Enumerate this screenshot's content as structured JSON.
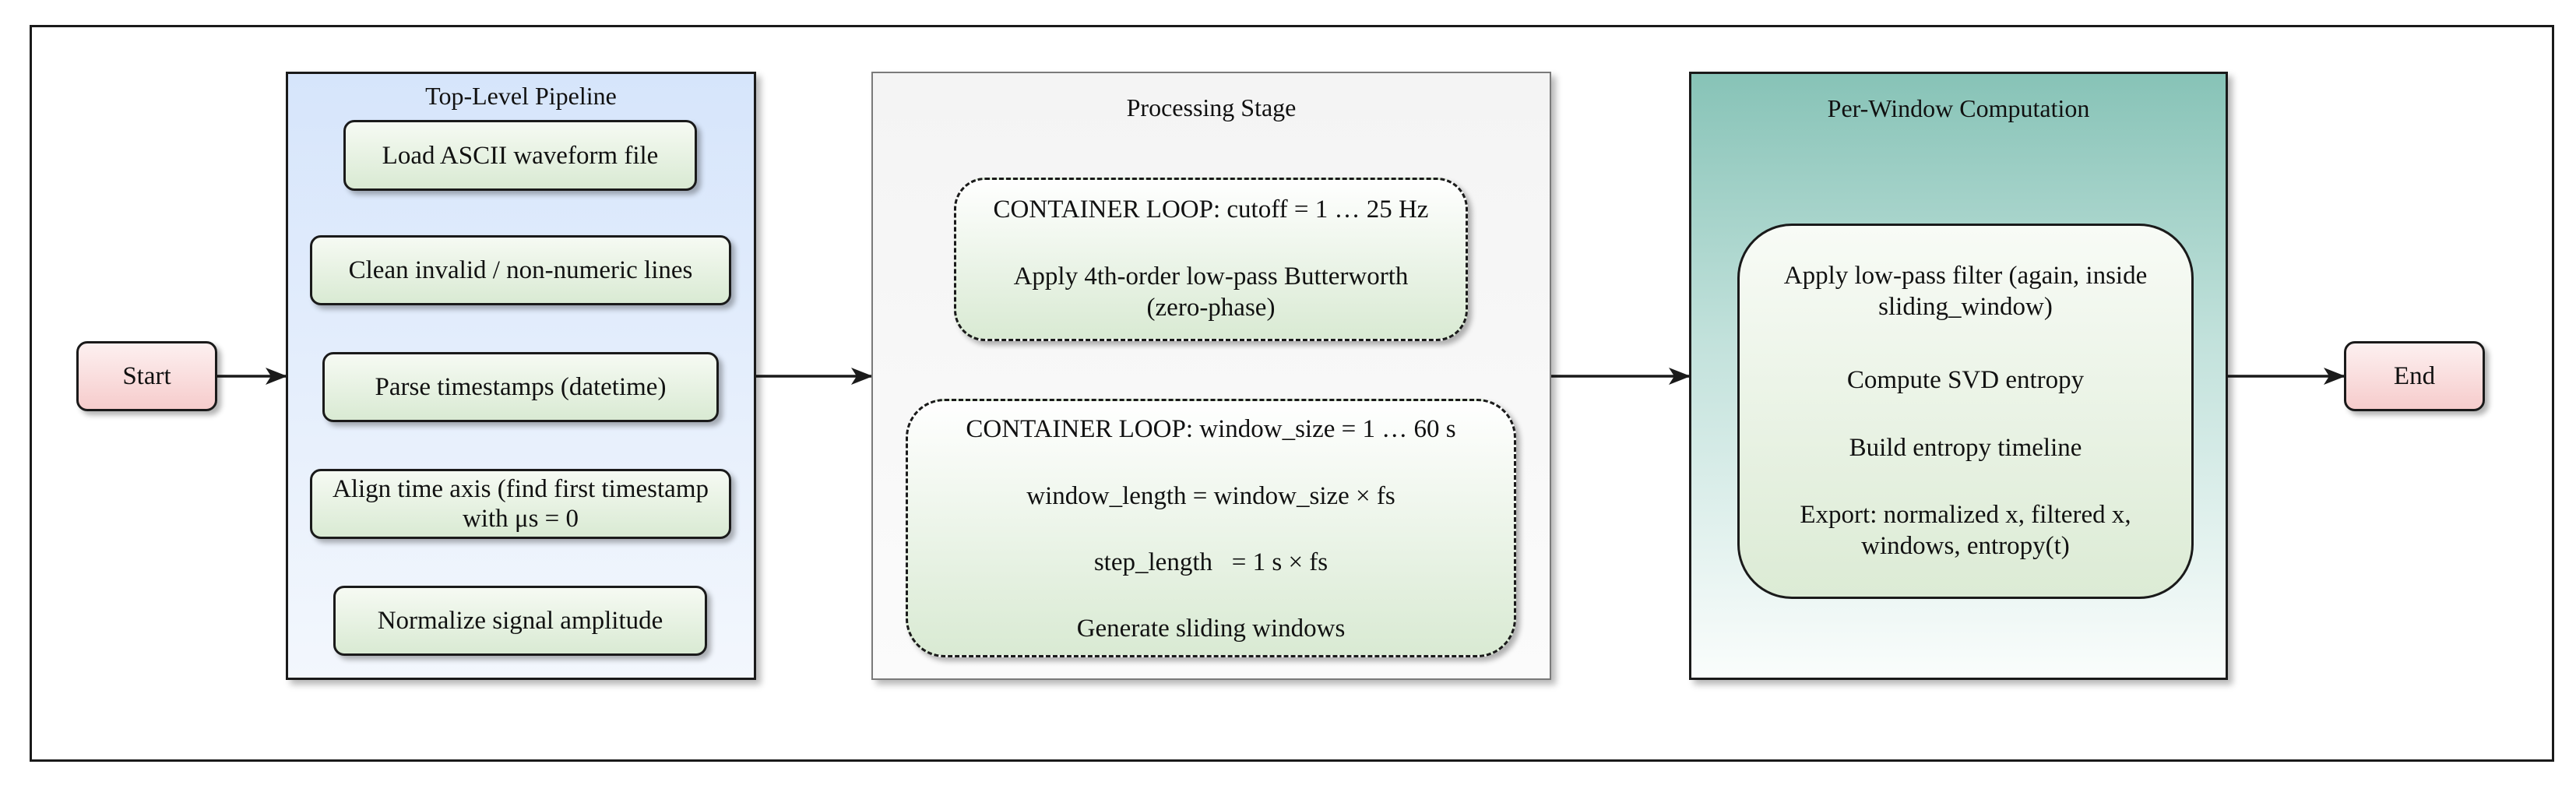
{
  "diagram": {
    "start_label": "Start",
    "end_label": "End",
    "pipeline": {
      "title": "Top-Level Pipeline",
      "steps": [
        "Load ASCII waveform file",
        "Clean invalid / non-numeric lines",
        "Parse timestamps (datetime)",
        "Normalize signal amplitude"
      ],
      "align_step": {
        "line1": "Align time axis (find first timestamp",
        "line2": "with μs = 0"
      }
    },
    "processing": {
      "title": "Processing Stage",
      "cutoff_loop": {
        "header": "CONTAINER LOOP: cutoff = 1 … 25 Hz",
        "line1": "Apply 4th-order low-pass Butterworth",
        "line2": "(zero-phase)"
      },
      "window_loop": {
        "header": "CONTAINER LOOP: window_size = 1 … 60 s",
        "line1": "window_length = window_size × fs",
        "line2": "step_length   = 1 s × fs",
        "line3": "Generate sliding windows"
      }
    },
    "per_window": {
      "title": "Per-Window Computation",
      "lines": [
        "Apply low-pass filter (again, inside",
        "sliding_window)",
        "Compute SVD entropy",
        "Build entropy timeline",
        "Export: normalized x, filtered x,",
        "windows, entropy(t)"
      ]
    }
  }
}
